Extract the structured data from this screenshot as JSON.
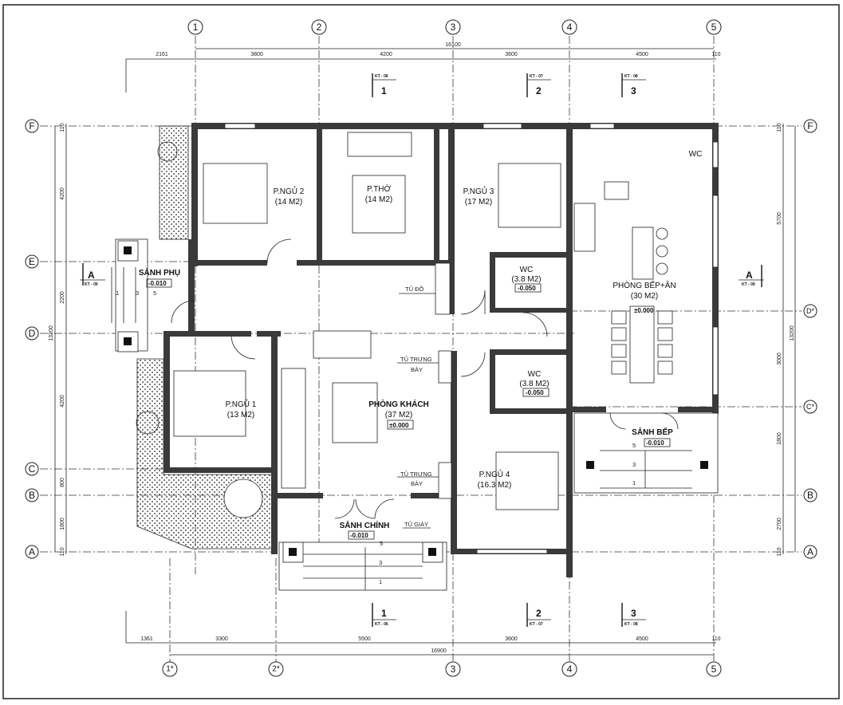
{
  "grid_top": [
    "1",
    "2",
    "3",
    "4",
    "5"
  ],
  "grid_bottom": [
    "1*",
    "2*",
    "3",
    "4",
    "5"
  ],
  "grid_left": [
    "F",
    "E",
    "D",
    "C",
    "B",
    "A"
  ],
  "grid_right": [
    "F",
    "D*",
    "C*",
    "B",
    "A"
  ],
  "dims_top": {
    "total": "16100",
    "segments": [
      "2161",
      "3800",
      "4200",
      "3600",
      "4500",
      "110"
    ]
  },
  "dims_bottom": {
    "total": "16900",
    "segments": [
      "1361",
      "3300",
      "5500",
      "3600",
      "4500",
      "110"
    ]
  },
  "dims_left": {
    "total": "13200",
    "segments": [
      "110",
      "4200",
      "2200",
      "4200",
      "800",
      "1800",
      "110"
    ]
  },
  "dims_right": {
    "total": "13200",
    "segments": [
      "110",
      "5700",
      "3000",
      "1800",
      "2700",
      "110"
    ]
  },
  "section_marks": [
    {
      "num": "1",
      "sheet": "KT - 06"
    },
    {
      "num": "2",
      "sheet": "KT - 07"
    },
    {
      "num": "3",
      "sheet": "KT - 08"
    }
  ],
  "section_a": {
    "label": "A",
    "sheet": "KT - 09"
  },
  "rooms": {
    "bed2": {
      "name": "P.NGỦ 2",
      "area": "(14 M2)"
    },
    "worship": {
      "name": "P.THỜ",
      "area": "(14 M2)"
    },
    "bed3": {
      "name": "P.NGỦ 3",
      "area": "(17 M2)"
    },
    "wc_top": {
      "name": "WC"
    },
    "kitchen": {
      "name": "PHÒNG BẾP+ĂN",
      "area": "(30 M2)",
      "level": "±0.000"
    },
    "wc1": {
      "name": "WC",
      "area": "(3.8 M2)",
      "level": "-0.050"
    },
    "wc2": {
      "name": "WC",
      "area": "(3.8 M2)",
      "level": "-0.050"
    },
    "side_lobby": {
      "name": "SẢNH PHỤ",
      "level": "-0.010"
    },
    "bed1": {
      "name": "P.NGỦ 1",
      "area": "(13 M2)"
    },
    "living": {
      "name": "PHÒNG KHÁCH",
      "area": "(37 M2)",
      "level": "±0.000"
    },
    "bed4": {
      "name": "P.NGỦ 4",
      "area": "(16.3 M2)"
    },
    "main_lobby": {
      "name": "SẢNH CHÍNH",
      "level": "-0.010"
    },
    "kitchen_lobby": {
      "name": "SẢNH BẾP",
      "level": "-0.010"
    }
  },
  "labels": {
    "wardrobe": "TỦ ĐỒ",
    "display1a": "TỦ TRƯNG",
    "display1b": "BÀY",
    "display2a": "TỦ TRƯNG",
    "display2b": "BÀY",
    "shoes": "TỦ GIÀY"
  },
  "steps": {
    "s1": "1",
    "s3": "3",
    "s5": "5"
  }
}
